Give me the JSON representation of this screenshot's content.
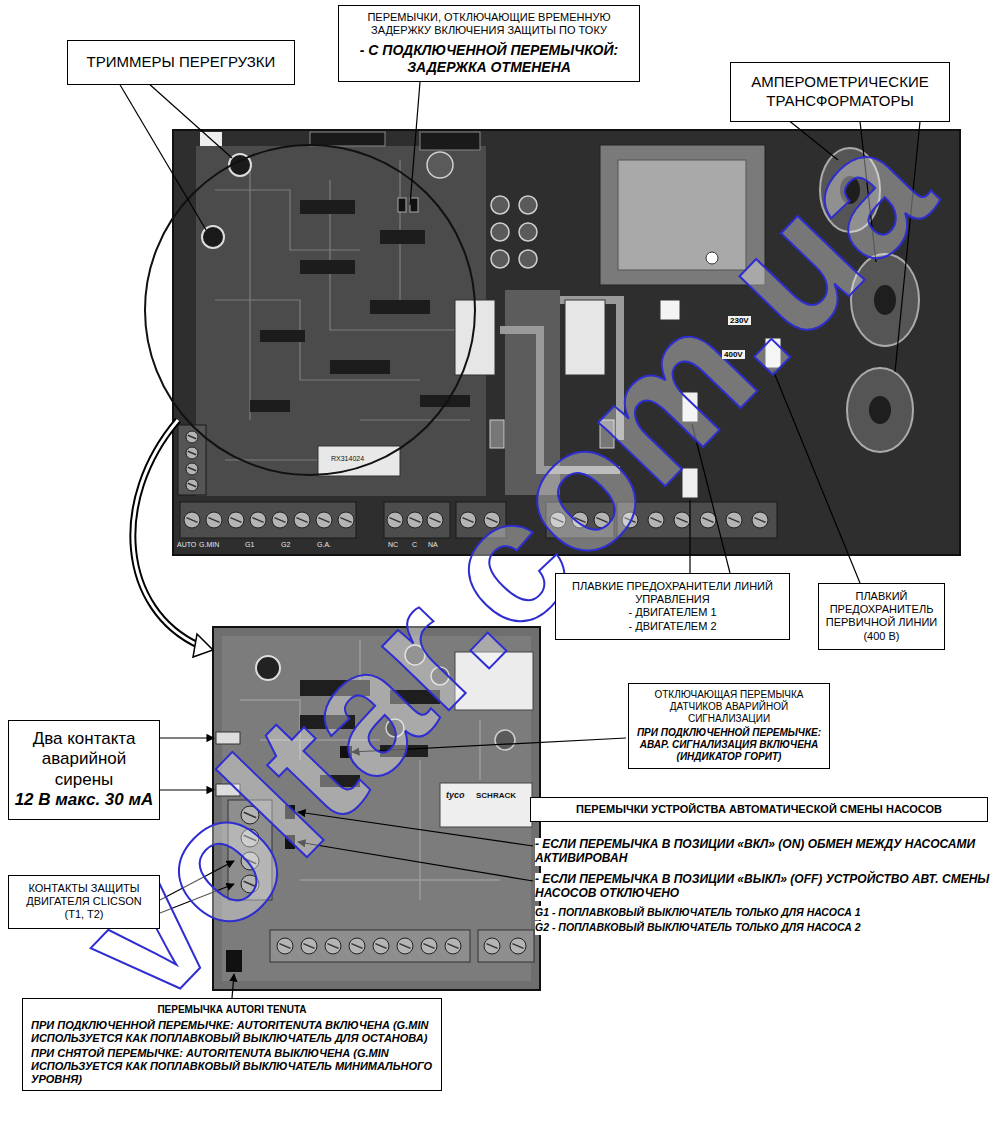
{
  "diagram": {
    "nodes": [
      {
        "text": [
          "ПЕРЕМЫЧКИ, ОТКЛЮЧАЮЩИЕ ВРЕМЕННУЮ ЗАДЕРЖКУ ВКЛЮЧЕНИЯ ЗАЩИТЫ ПО ТОКУ",
          "- С ПОДКЛЮЧЕННОЙ ПЕРЕМЫЧКОЙ: ЗАДЕРЖКА ОТМЕНЕНА"
        ]
      },
      {
        "text": [
          "ТРИММЕРЫ ПЕРЕГРУЗКИ"
        ]
      },
      {
        "text": [
          "АМПЕРОМЕТРИЧЕСКИЕ ТРАНСФОРМАТОРЫ"
        ]
      },
      {
        "text": [
          "ПЛАВКИЕ ПРЕДОХРАНИТЕЛИ ЛИНИЙ УПРАВЛЕНИЯ",
          "- ДВИГАТЕЛЕМ 1",
          "- ДВИГАТЕЛЕМ 2"
        ]
      },
      {
        "text": [
          "ПЛАВКИЙ ПРЕДОХРАНИТЕЛЬ ПЕРВИЧНОЙ ЛИНИИ",
          "(400 В)"
        ]
      },
      {
        "text": [
          "Два контакта аварийной сирены",
          "12 В макс. 30 мА"
        ]
      },
      {
        "text": [
          "ОТКЛЮЧАЮЩАЯ ПЕРЕМЫЧКА ДАТЧИКОВ АВАРИЙНОЙ СИГНАЛИЗАЦИИ",
          "ПРИ ПОДКЛЮЧЕННОЙ ПЕРЕМЫЧКЕ: АВАР. СИГНАЛИЗАЦИЯ ВКЛЮЧЕНА (ИНДИКАТОР ГОРИТ)"
        ]
      },
      {
        "text": [
          "КОНТАКТЫ ЗАЩИТЫ ДВИГАТЕЛЯ CLICSON",
          "(T1, T2)"
        ]
      },
      {
        "text": [
          "ПЕРЕМЫЧКИ УСТРОЙСТВА АВТОМАТИЧЕСКОЙ СМЕНЫ НАСОСОВ"
        ]
      },
      {
        "text": [
          "ПЕРЕМЫЧКА AUTORI TENUTA",
          "ПРИ ПОДКЛЮЧЕННОЙ ПЕРЕМЫЧКЕ: AUTORITENUTA ВКЛЮЧЕНА (G.MIN ИСПОЛЬЗУЕТСЯ КАК ПОПЛАВКОВЫЙ ВЫКЛЮЧАТЕЛЬ ДЛЯ ОСТАНОВА)",
          "ПРИ СНЯТОЙ ПЕРЕМЫЧКЕ: AUTORITENUTA ВЫКЛЮЧЕНА (G.MIN ИСПОЛЬЗУЕТСЯ КАК ПОПЛАВКОВЫЙ ВЫКЛЮЧАТЕЛЬ МИНИМАЛЬНОГО УРОВНЯ)"
        ]
      }
    ],
    "labels": [
      "230V",
      "400V",
      "AUTO",
      "G.MIN",
      "G1",
      "G2",
      "G.A.",
      "NC",
      "C",
      "NA",
      "tyco",
      "SCHRACK",
      "RX314024",
      "- ЕСЛИ ПЕРЕМЫЧКА В ПОЗИЦИИ «ВКЛ» (ON) ОБМЕН МЕЖДУ НАСОСАМИ АКТИВИРОВАН",
      "- ЕСЛИ ПЕРЕМЫЧКА В ПОЗИЦИИ «ВЫКЛ» (OFF) УСТРОЙСТВО АВТ. СМЕНЫ НАСОСОВ ОТКЛЮЧЕНО",
      "G1 - ПОПЛАВКОВЫЙ ВЫКЛЮЧАТЕЛЬ ТОЛЬКО ДЛЯ НАСОСА 1",
      "G2 - ПОПЛАВКОВЫЙ ВЫКЛЮЧАТЕЛЬ ТОЛЬКО ДЛЯ НАСОСА 2",
      "voltar.com.ua"
    ]
  }
}
